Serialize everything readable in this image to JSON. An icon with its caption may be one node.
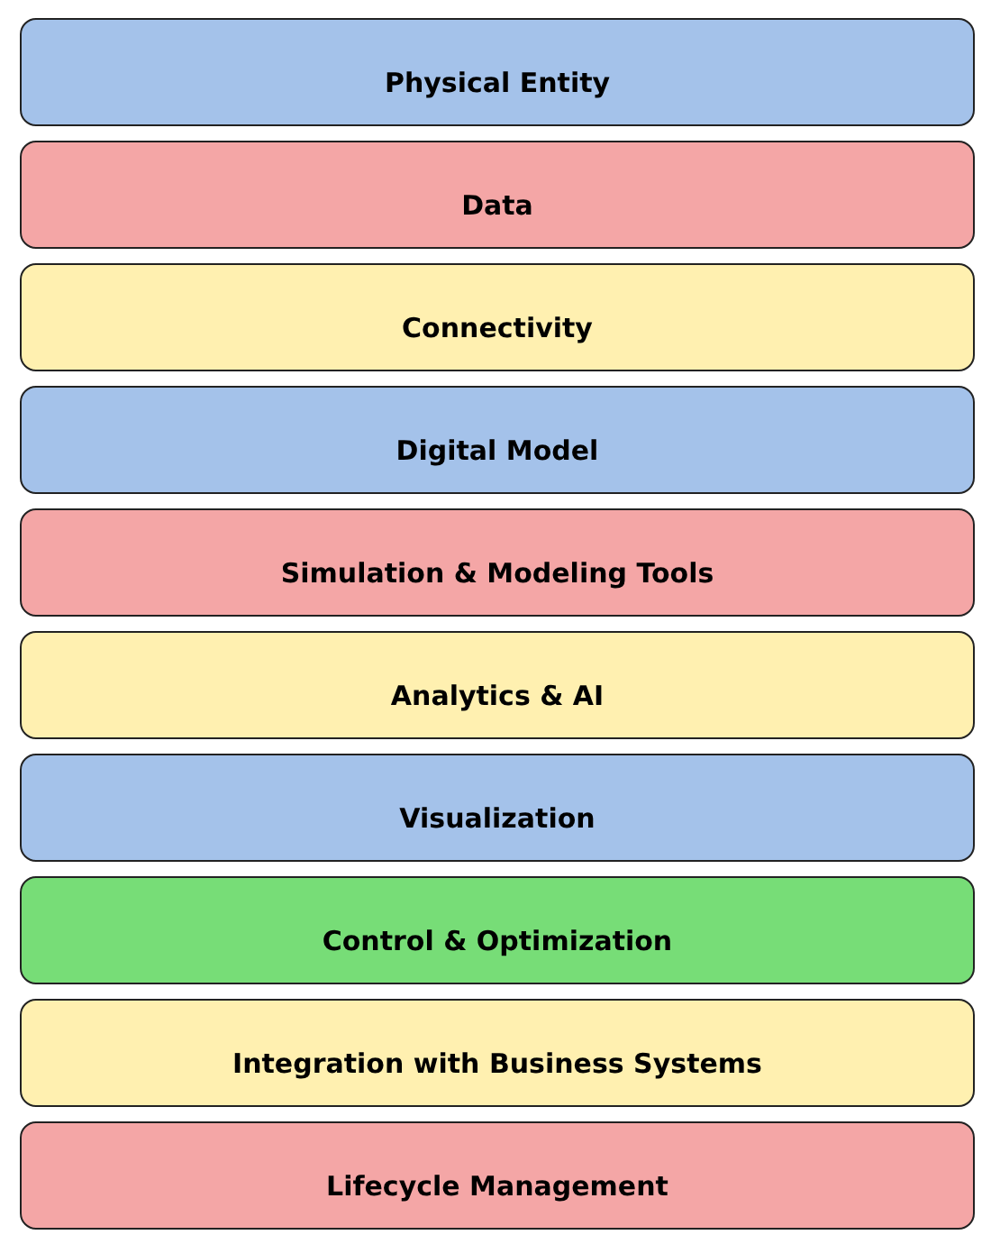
{
  "diagram": {
    "nodes": [
      {
        "text": [
          "Physical Entity"
        ]
      },
      {
        "text": [
          "Data"
        ]
      },
      {
        "text": [
          "Connectivity"
        ]
      },
      {
        "text": [
          "Digital Model"
        ]
      },
      {
        "text": [
          "Simulation & Modeling Tools"
        ]
      },
      {
        "text": [
          "Analytics & AI"
        ]
      },
      {
        "text": [
          "Visualization"
        ]
      },
      {
        "text": [
          "Control & Optimization"
        ]
      },
      {
        "text": [
          "Integration with Business Systems"
        ]
      },
      {
        "text": [
          "Lifecycle Management"
        ]
      }
    ]
  }
}
